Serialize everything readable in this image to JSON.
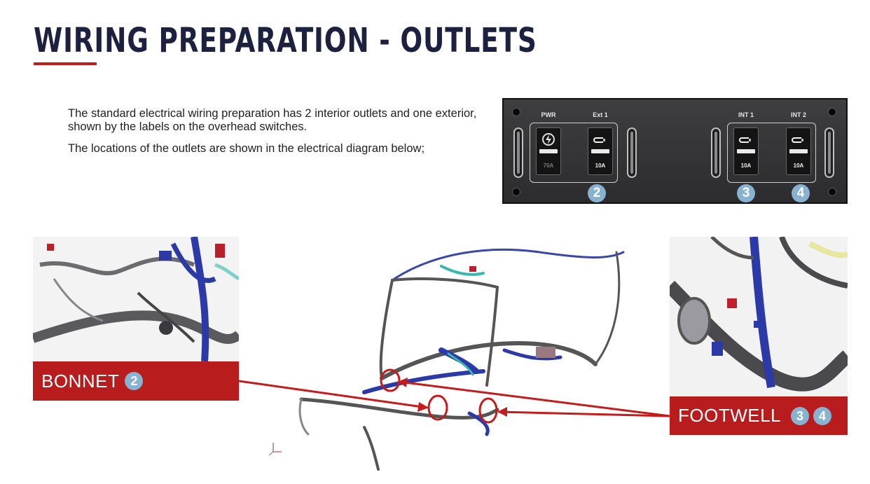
{
  "title": "WIRING PREPARATION - OUTLETS",
  "intro": {
    "p1": "The standard electrical wiring preparation has 2 interior outlets and one exterior, shown by the labels on the overhead switches.",
    "p2": "The locations of the outlets are shown in the electrical diagram below;"
  },
  "panel": {
    "switches": [
      {
        "label": "PWR",
        "amp": "70A",
        "icon": "power-icon"
      },
      {
        "label": "Ext 1",
        "amp": "10A",
        "icon": "outlet-plug-icon"
      },
      {
        "label": "INT 1",
        "amp": "10A",
        "icon": "outlet-plug-icon"
      },
      {
        "label": "INT 2",
        "amp": "10A",
        "icon": "outlet-plug-icon"
      }
    ],
    "badges": [
      "2",
      "3",
      "4"
    ]
  },
  "callouts": {
    "bonnet": {
      "label": "BONNET",
      "badge": "2"
    },
    "footwell": {
      "label": "FOOTWELL",
      "badges": [
        "3",
        "4"
      ]
    }
  },
  "colors": {
    "accent_red": "#b81c1c",
    "badge_blue": "#87b3d1",
    "title_navy": "#1c2140"
  }
}
